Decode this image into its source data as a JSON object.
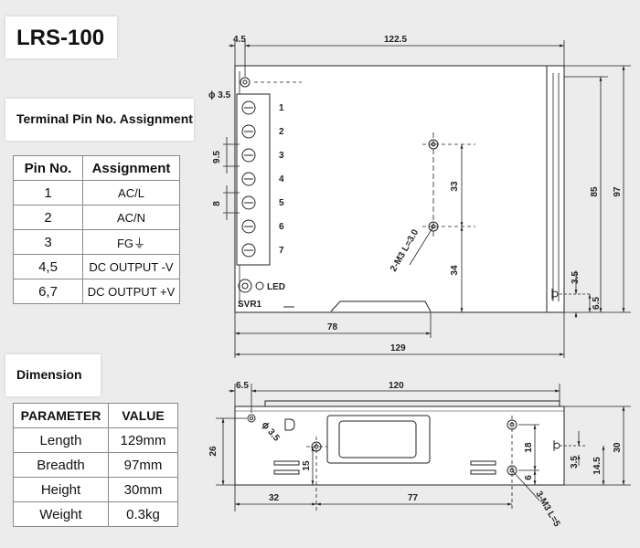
{
  "model": "LRS-100",
  "pin_section": {
    "title": "Terminal Pin No. Assignment",
    "headers": [
      "Pin No.",
      "Assignment"
    ],
    "rows": [
      {
        "pin": "1",
        "assignment": "AC/L"
      },
      {
        "pin": "2",
        "assignment": "AC/N"
      },
      {
        "pin": "3",
        "assignment": "FG⏚"
      },
      {
        "pin": "4,5",
        "assignment": "DC OUTPUT -V"
      },
      {
        "pin": "6,7",
        "assignment": "DC OUTPUT +V"
      }
    ]
  },
  "dimension_section": {
    "title": "Dimension",
    "headers": [
      "PARAMETER",
      "VALUE"
    ],
    "rows": [
      {
        "parameter": "Length",
        "value": "129mm"
      },
      {
        "parameter": "Breadth",
        "value": "97mm"
      },
      {
        "parameter": "Height",
        "value": "30mm"
      },
      {
        "parameter": "Weight",
        "value": "0.3kg"
      }
    ]
  },
  "drawing": {
    "top_view": {
      "dims": {
        "d4_5": "4.5",
        "d122_5": "122.5",
        "d_phi3_5": "ϕ 3.5",
        "d9_5": "9.5",
        "d8": "8",
        "d33": "33",
        "d34": "34",
        "d85": "85",
        "d97": "97",
        "d3_5": "3.5",
        "d6_5": "6.5",
        "d78": "78",
        "d129": "129",
        "screw": "2-M3 L=3.0"
      },
      "terminal_numbers": [
        "1",
        "2",
        "3",
        "4",
        "5",
        "6",
        "7"
      ],
      "svr_label": "SVR1",
      "led_label": "LED"
    },
    "side_view": {
      "dims": {
        "d6_5": "6.5",
        "d120": "120",
        "d_phi3_5": "ϕ 3.5",
        "d26": "26",
        "d15": "15",
        "d18": "18",
        "d6": "6",
        "d3_5": "3.5",
        "d14_5": "14.5",
        "d30": "30",
        "d32": "32",
        "d77": "77",
        "screw": "3-M3 L=5"
      }
    }
  }
}
